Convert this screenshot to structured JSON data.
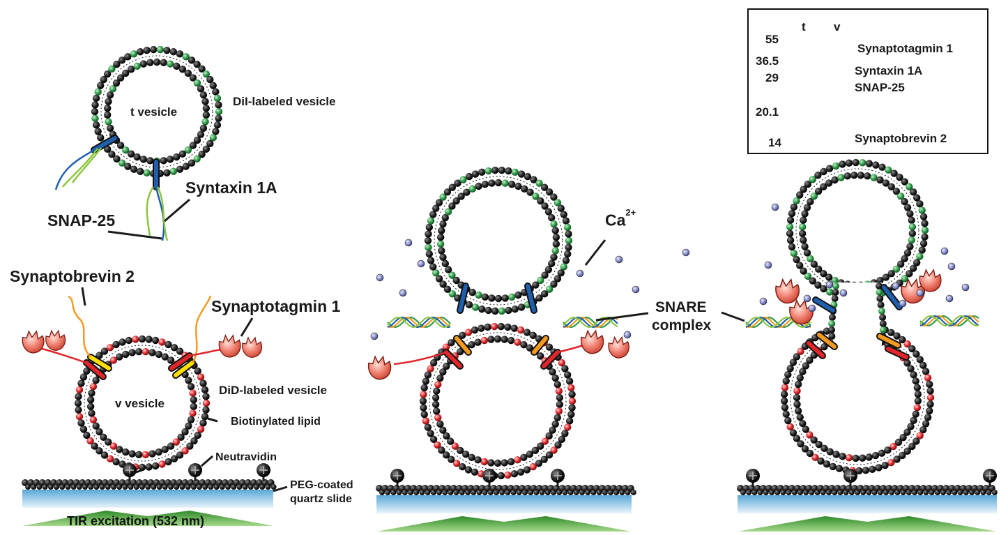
{
  "panel1": {
    "t_vesicle_label": "t vesicle",
    "dil_label": "DiI-labeled vesicle",
    "syntaxin_label": "Syntaxin 1A",
    "snap_label": "SNAP-25",
    "synaptobrevin_label": "Synaptobrevin 2",
    "synaptotagmin_label": "Synaptotagmin 1",
    "v_vesicle_label": "v vesicle",
    "did_label": "DiD-labeled vesicle",
    "biotin_label": "Biotinylated lipid",
    "neutravidin_label": "Neutravidin",
    "peg_label_line1": "PEG-coated",
    "peg_label_line2": "quartz slide",
    "tir_label": "TIR excitation (532 nm)"
  },
  "panel2": {
    "ca_label": "Ca",
    "ca_superscript": "2+",
    "snare_line1": "SNARE",
    "snare_line2": "complex"
  },
  "gel": {
    "lane_labels": [
      "t",
      "v"
    ],
    "markers": [
      "55",
      "36.5",
      "29",
      "20.1",
      "14"
    ],
    "band_labels": [
      "Synaptotagmin 1",
      "Syntaxin 1A",
      "SNAP-25",
      "Synaptobrevin 2"
    ]
  },
  "colors": {
    "lipid_head": "#1a1a1a",
    "dil_lipid": "#2e9a4a",
    "did_lipid": "#e0262b",
    "syntaxin": "#1f5fae",
    "snap25": "#8cc63f",
    "synaptobrevin": "#f39a1f",
    "synaptotagmin": "#e0262b",
    "c2_domain": "#f08070",
    "calcium": "#7a7fc0",
    "slide": "#a8d4ee",
    "tir": "#5cb84a"
  }
}
